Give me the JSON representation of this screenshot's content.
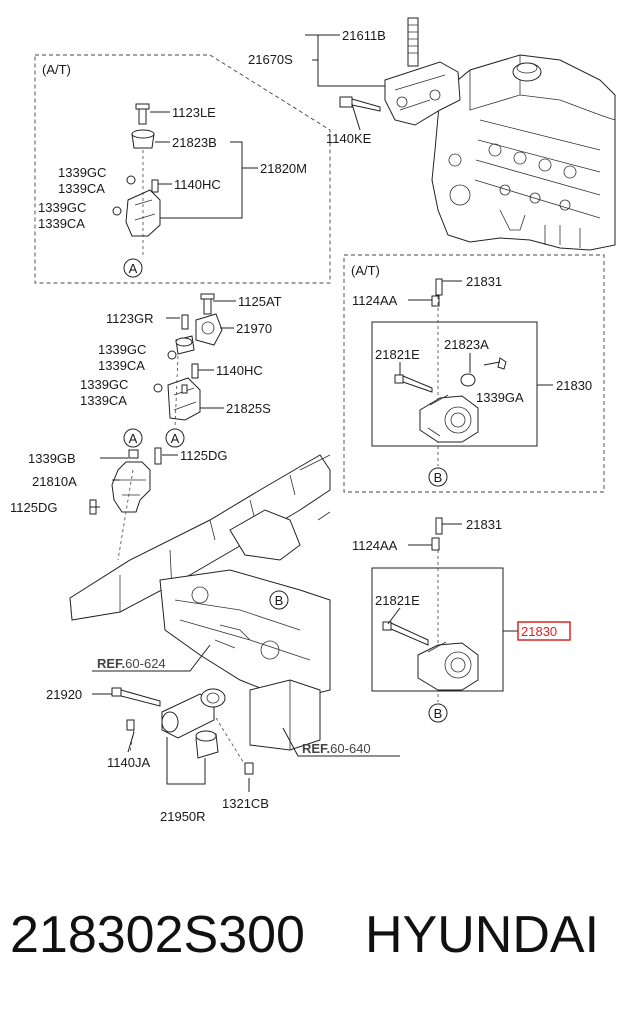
{
  "diagram": {
    "box_at_top": "(A/T)",
    "box_at_right": "(A/T)",
    "parts": {
      "p21611B": "21611B",
      "p21670S": "21670S",
      "p1140KE": "1140KE",
      "p1123LE": "1123LE",
      "p21823B": "21823B",
      "p21820M": "21820M",
      "p1339GC_1": "1339GC",
      "p1339CA_1": "1339CA",
      "p1140HC_1": "1140HC",
      "p1339GC_2": "1339GC",
      "p1339CA_2": "1339CA",
      "p1125AT": "1125AT",
      "p1123GR": "1123GR",
      "p21970": "21970",
      "p1339GC_3": "1339GC",
      "p1339CA_3": "1339CA",
      "p1140HC_2": "1140HC",
      "p1339GC_4": "1339GC",
      "p1339CA_4": "1339CA",
      "p21825S": "21825S",
      "p1339GB": "1339GB",
      "p1125DG_1": "1125DG",
      "p21810A": "21810A",
      "p1125DG_2": "1125DG",
      "p21831_1": "21831",
      "p1124AA_1": "1124AA",
      "p21821E_1": "21821E",
      "p21823A": "21823A",
      "p21830_1": "21830",
      "p1339GA": "1339GA",
      "p21831_2": "21831",
      "p1124AA_2": "1124AA",
      "p21821E_2": "21821E",
      "p21830_2": "21830",
      "p21920": "21920",
      "p1140JA": "1140JA",
      "p21950R": "21950R",
      "p1321CB": "1321CB"
    },
    "refs": {
      "ref1_prefix": "REF.",
      "ref1_code": "60-624",
      "ref2_prefix": "REF.",
      "ref2_code": "60-640"
    },
    "callouts": {
      "a1": "A",
      "a2": "A",
      "a3": "A",
      "b1": "B",
      "b2": "B",
      "b3": "B"
    },
    "highlight_color": "#dd2222"
  },
  "footer": {
    "part_number": "218302S300",
    "brand": "HYUNDAI"
  }
}
